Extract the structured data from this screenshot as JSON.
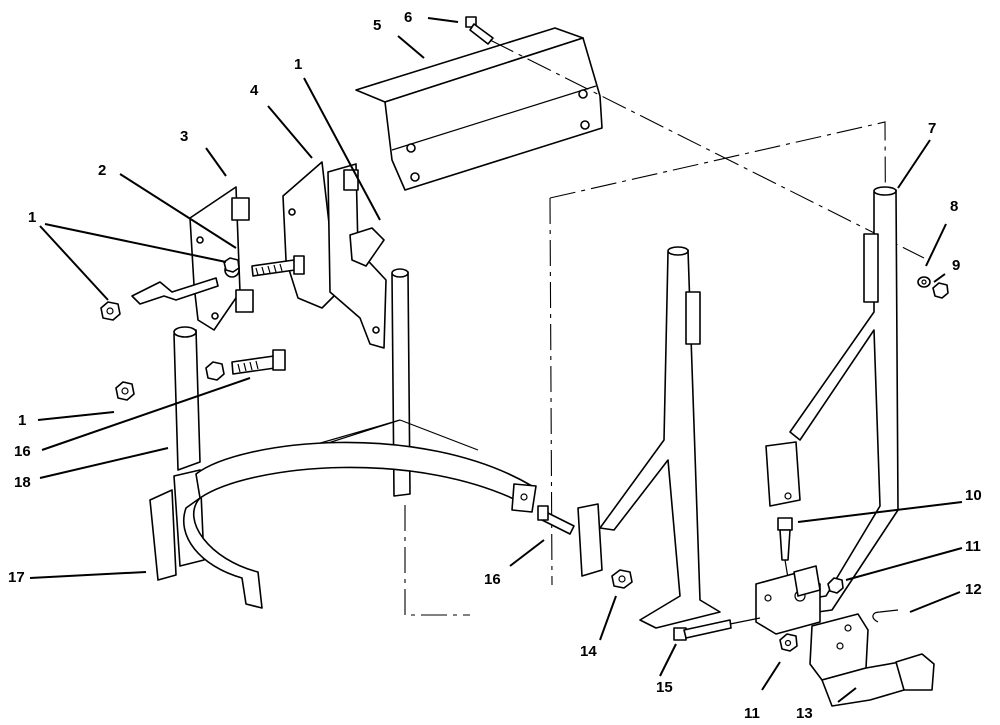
{
  "diagram": {
    "colors": {
      "line": "#000000",
      "background": "#ffffff",
      "shade": "#cfcfcf"
    },
    "callouts": [
      {
        "id": "c1a",
        "label": "1"
      },
      {
        "id": "c1b",
        "label": "1"
      },
      {
        "id": "c1c",
        "label": "1"
      },
      {
        "id": "c2",
        "label": "2"
      },
      {
        "id": "c3",
        "label": "3"
      },
      {
        "id": "c4",
        "label": "4"
      },
      {
        "id": "c5",
        "label": "5"
      },
      {
        "id": "c6",
        "label": "6"
      },
      {
        "id": "c7",
        "label": "7"
      },
      {
        "id": "c8",
        "label": "8"
      },
      {
        "id": "c9",
        "label": "9"
      },
      {
        "id": "c10",
        "label": "10"
      },
      {
        "id": "c11a",
        "label": "11"
      },
      {
        "id": "c11b",
        "label": "11"
      },
      {
        "id": "c12",
        "label": "12"
      },
      {
        "id": "c13",
        "label": "13"
      },
      {
        "id": "c14",
        "label": "14"
      },
      {
        "id": "c15",
        "label": "15"
      },
      {
        "id": "c16a",
        "label": "16"
      },
      {
        "id": "c16b",
        "label": "16"
      },
      {
        "id": "c17",
        "label": "17"
      },
      {
        "id": "c18",
        "label": "18"
      }
    ]
  }
}
